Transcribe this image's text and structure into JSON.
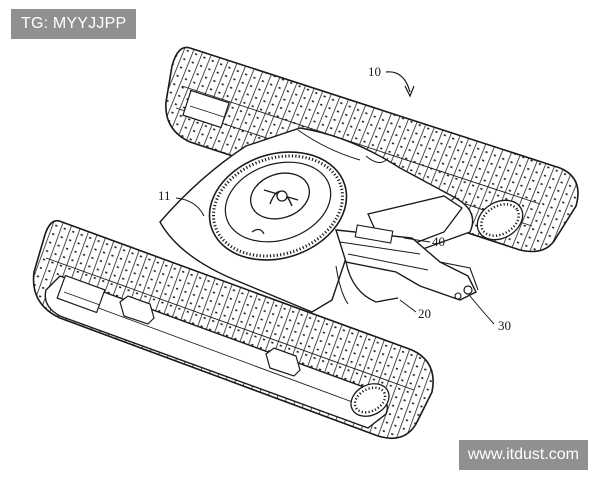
{
  "watermarks": {
    "top_left": "TG: MYYJJPP",
    "bottom_right": "www.itdust.com"
  },
  "labels": {
    "ref_10": "10",
    "ref_11": "11",
    "ref_20": "20",
    "ref_30": "30",
    "ref_40": "40"
  },
  "colors": {
    "line": "#1a1a1a",
    "background": "#ffffff",
    "watermark_bg": "#878787",
    "watermark_text": "#ffffff"
  }
}
